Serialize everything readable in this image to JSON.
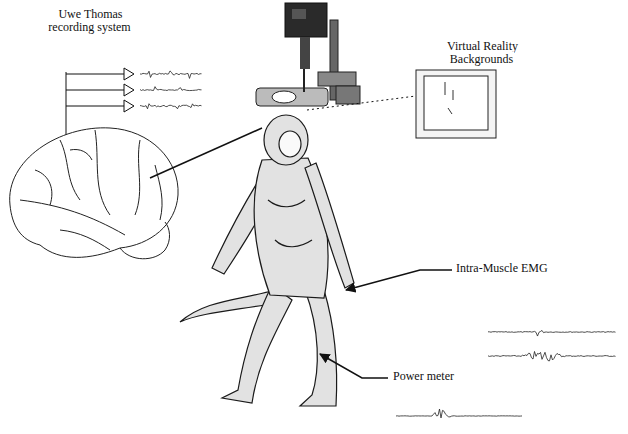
{
  "diagram": {
    "labels": [
      "Uwe Thomas recording system",
      "Virtual Reality Backgrounds",
      "Intra-Muscle EMG",
      "Power meter"
    ]
  }
}
